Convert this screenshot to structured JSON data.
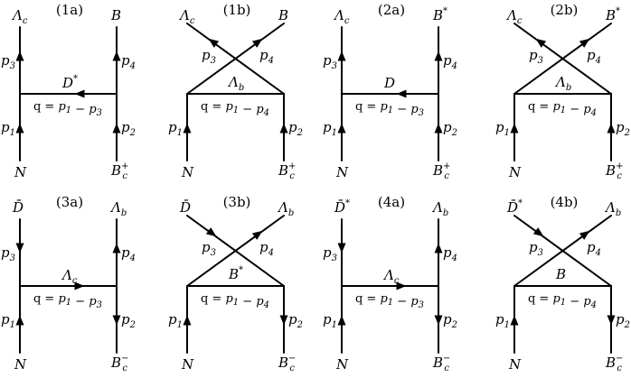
{
  "diagrams": [
    {
      "id": "1a",
      "type": "t",
      "caption": "(1a)",
      "top_left": {
        "b": "Λ",
        "sub": "c",
        "sup": ""
      },
      "top_right": {
        "b": "B",
        "sub": "",
        "sup": ""
      },
      "bottom_left": {
        "b": "N",
        "sub": "",
        "sup": ""
      },
      "bottom_right": {
        "b": "B",
        "sub": "c",
        "sup": "+"
      },
      "p_top_left": {
        "b": "p",
        "sub": "3"
      },
      "p_top_right": {
        "b": "p",
        "sub": "4"
      },
      "p_bottom_left": {
        "b": "p",
        "sub": "1"
      },
      "p_bottom_right": {
        "b": "p",
        "sub": "2"
      },
      "exchange": {
        "b": "D",
        "sub": "",
        "sup": "*"
      },
      "momentum": "q = p1 − p3",
      "arrows": {
        "top_left": "up",
        "top_right": "up",
        "bottom_left": "up",
        "bottom_right": "up",
        "exchange": "left"
      }
    },
    {
      "id": "1b",
      "type": "u",
      "caption": "(1b)",
      "top_left": {
        "b": "Λ",
        "sub": "c",
        "sup": ""
      },
      "top_right": {
        "b": "B",
        "sub": "",
        "sup": ""
      },
      "bottom_left": {
        "b": "N",
        "sub": "",
        "sup": ""
      },
      "bottom_right": {
        "b": "B",
        "sub": "c",
        "sup": "+"
      },
      "p_top_left": {
        "b": "p",
        "sub": "3"
      },
      "p_top_right": {
        "b": "p",
        "sub": "4"
      },
      "p_bottom_left": {
        "b": "p",
        "sub": "1"
      },
      "p_bottom_right": {
        "b": "p",
        "sub": "2"
      },
      "exchange": {
        "b": "Λ",
        "sub": "b",
        "sup": ""
      },
      "momentum": "q = p1 − p4",
      "arrows": {
        "top_left": "out",
        "top_right": "out",
        "bottom_left": "up",
        "bottom_right": "up",
        "exchange": "none"
      }
    },
    {
      "id": "2a",
      "type": "t",
      "caption": "(2a)",
      "top_left": {
        "b": "Λ",
        "sub": "c",
        "sup": ""
      },
      "top_right": {
        "b": "B",
        "sub": "",
        "sup": "*"
      },
      "bottom_left": {
        "b": "N",
        "sub": "",
        "sup": ""
      },
      "bottom_right": {
        "b": "B",
        "sub": "c",
        "sup": "+"
      },
      "p_top_left": {
        "b": "p",
        "sub": "3"
      },
      "p_top_right": {
        "b": "p",
        "sub": "4"
      },
      "p_bottom_left": {
        "b": "p",
        "sub": "1"
      },
      "p_bottom_right": {
        "b": "p",
        "sub": "2"
      },
      "exchange": {
        "b": "D",
        "sub": "",
        "sup": ""
      },
      "momentum": "q = p1 − p3",
      "arrows": {
        "top_left": "up",
        "top_right": "up",
        "bottom_left": "up",
        "bottom_right": "up",
        "exchange": "left"
      }
    },
    {
      "id": "2b",
      "type": "u",
      "caption": "(2b)",
      "top_left": {
        "b": "Λ",
        "sub": "c",
        "sup": ""
      },
      "top_right": {
        "b": "B",
        "sub": "",
        "sup": "*"
      },
      "bottom_left": {
        "b": "N",
        "sub": "",
        "sup": ""
      },
      "bottom_right": {
        "b": "B",
        "sub": "c",
        "sup": "+"
      },
      "p_top_left": {
        "b": "p",
        "sub": "3"
      },
      "p_top_right": {
        "b": "p",
        "sub": "4"
      },
      "p_bottom_left": {
        "b": "p",
        "sub": "1"
      },
      "p_bottom_right": {
        "b": "p",
        "sub": "2"
      },
      "exchange": {
        "b": "Λ",
        "sub": "b",
        "sup": ""
      },
      "momentum": "q = p1 − p4",
      "arrows": {
        "top_left": "out",
        "top_right": "out",
        "bottom_left": "up",
        "bottom_right": "up",
        "exchange": "none"
      }
    },
    {
      "id": "3a",
      "type": "t",
      "caption": "(3a)",
      "top_left": {
        "b": "D̄",
        "sub": "",
        "sup": ""
      },
      "top_right": {
        "b": "Λ",
        "sub": "b",
        "sup": ""
      },
      "bottom_left": {
        "b": "N",
        "sub": "",
        "sup": ""
      },
      "bottom_right": {
        "b": "B",
        "sub": "c",
        "sup": "−"
      },
      "p_top_left": {
        "b": "p",
        "sub": "3"
      },
      "p_top_right": {
        "b": "p",
        "sub": "4"
      },
      "p_bottom_left": {
        "b": "p",
        "sub": "1"
      },
      "p_bottom_right": {
        "b": "p",
        "sub": "2"
      },
      "exchange": {
        "b": "Λ",
        "sub": "c",
        "sup": ""
      },
      "momentum": "q = p1 − p3",
      "arrows": {
        "top_left": "down",
        "top_right": "up",
        "bottom_left": "up",
        "bottom_right": "down",
        "exchange": "right"
      }
    },
    {
      "id": "3b",
      "type": "u",
      "caption": "(3b)",
      "top_left": {
        "b": "D̄",
        "sub": "",
        "sup": ""
      },
      "top_right": {
        "b": "Λ",
        "sub": "b",
        "sup": ""
      },
      "bottom_left": {
        "b": "N",
        "sub": "",
        "sup": ""
      },
      "bottom_right": {
        "b": "B",
        "sub": "c",
        "sup": "−"
      },
      "p_top_left": {
        "b": "p",
        "sub": "3"
      },
      "p_top_right": {
        "b": "p",
        "sub": "4"
      },
      "p_bottom_left": {
        "b": "p",
        "sub": "1"
      },
      "p_bottom_right": {
        "b": "p",
        "sub": "2"
      },
      "exchange": {
        "b": "B",
        "sub": "",
        "sup": "*"
      },
      "momentum": "q = p1 − p4",
      "arrows": {
        "top_left": "in",
        "top_right": "out",
        "bottom_left": "up",
        "bottom_right": "down",
        "exchange": "none"
      }
    },
    {
      "id": "4a",
      "type": "t",
      "caption": "(4a)",
      "top_left": {
        "b": "D̄",
        "sub": "",
        "sup": "*"
      },
      "top_right": {
        "b": "Λ",
        "sub": "b",
        "sup": ""
      },
      "bottom_left": {
        "b": "N",
        "sub": "",
        "sup": ""
      },
      "bottom_right": {
        "b": "B",
        "sub": "c",
        "sup": "−"
      },
      "p_top_left": {
        "b": "p",
        "sub": "3"
      },
      "p_top_right": {
        "b": "p",
        "sub": "4"
      },
      "p_bottom_left": {
        "b": "p",
        "sub": "1"
      },
      "p_bottom_right": {
        "b": "p",
        "sub": "2"
      },
      "exchange": {
        "b": "Λ",
        "sub": "c",
        "sup": ""
      },
      "momentum": "q = p1 − p3",
      "arrows": {
        "top_left": "down",
        "top_right": "up",
        "bottom_left": "up",
        "bottom_right": "down",
        "exchange": "right"
      }
    },
    {
      "id": "4b",
      "type": "u",
      "caption": "(4b)",
      "top_left": {
        "b": "D̄",
        "sub": "",
        "sup": "*"
      },
      "top_right": {
        "b": "Λ",
        "sub": "b",
        "sup": ""
      },
      "bottom_left": {
        "b": "N",
        "sub": "",
        "sup": ""
      },
      "bottom_right": {
        "b": "B",
        "sub": "c",
        "sup": "−"
      },
      "p_top_left": {
        "b": "p",
        "sub": "3"
      },
      "p_top_right": {
        "b": "p",
        "sub": "4"
      },
      "p_bottom_left": {
        "b": "p",
        "sub": "1"
      },
      "p_bottom_right": {
        "b": "p",
        "sub": "2"
      },
      "exchange": {
        "b": "B",
        "sub": "",
        "sup": ""
      },
      "momentum": "q = p1 − p4",
      "arrows": {
        "top_left": "in",
        "top_right": "out",
        "bottom_left": "up",
        "bottom_right": "down",
        "exchange": "none"
      }
    }
  ]
}
